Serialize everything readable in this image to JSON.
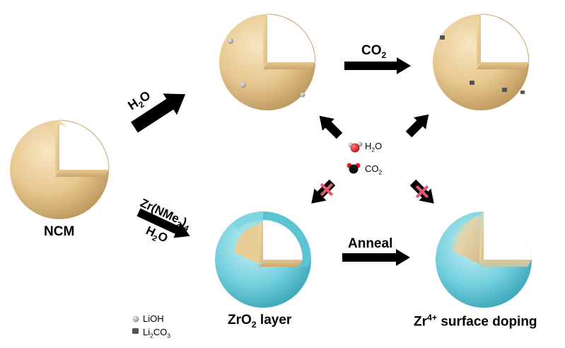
{
  "colors": {
    "sand_light": "#f4ddb0",
    "sand_mid": "#e6c488",
    "sand_dark": "#b28f57",
    "cyan_light": "#c6eef4",
    "cyan_mid": "#6fcedd",
    "cyan_dark": "#2f9fb3",
    "arrow": "#000000",
    "blocked": "#e05a6c",
    "h2o_oxygen": "#e0202a",
    "co2_carbon": "#111111"
  },
  "spheres": [
    {
      "id": "ncm",
      "shell": "sand",
      "cutaway": true,
      "particles": []
    },
    {
      "id": "hydrated",
      "shell": "sand",
      "cutaway": true,
      "particles": [
        "LiOH",
        "LiOH",
        "LiOH"
      ]
    },
    {
      "id": "carbonated",
      "shell": "sand",
      "cutaway": true,
      "particles": [
        "Li2CO3",
        "Li2CO3",
        "Li2CO3"
      ]
    },
    {
      "id": "zro2-coated",
      "shell": "cyan",
      "cutaway": true,
      "particles": []
    },
    {
      "id": "zr-doped",
      "shell": "cyan-gradient",
      "cutaway": true,
      "particles": []
    }
  ],
  "labels": {
    "ncm": "NCM",
    "h2o_main": "H",
    "h2o_main_sub": "2",
    "h2o_main_tail": "O",
    "co2_top": "CO",
    "co2_top_sub": "2",
    "zr_precursor_a": "Zr(NMe",
    "zr_precursor_sub1": "2",
    "zr_precursor_b": ")",
    "zr_precursor_sub2": "4",
    "h2o_lower": "H",
    "h2o_lower_sub": "2",
    "h2o_lower_tail": "O",
    "anneal": "Anneal",
    "zro2_layer_a": "ZrO",
    "zro2_layer_sub": "2",
    "zro2_layer_b": " layer",
    "zr_doping_a": "Zr",
    "zr_doping_sup": "4+",
    "zr_doping_b": " surface doping",
    "mol_h2o": "H",
    "mol_h2o_sub": "2",
    "mol_h2o_tail": "O",
    "mol_co2": "CO",
    "mol_co2_sub": "2"
  },
  "legend": {
    "lioh": "LiOH",
    "li2co3_a": "Li",
    "li2co3_sub": "2",
    "li2co3_b": "CO",
    "li2co3_sub2": "3"
  },
  "arrows": [
    {
      "id": "ncm-to-hydrated",
      "blocked": false
    },
    {
      "id": "hydrated-to-carbonated",
      "blocked": false
    },
    {
      "id": "ncm-to-coated",
      "blocked": false
    },
    {
      "id": "coated-to-doped",
      "blocked": false
    },
    {
      "id": "molecules-to-hydrated",
      "blocked": false
    },
    {
      "id": "molecules-to-carbonated",
      "blocked": false
    },
    {
      "id": "molecules-to-coated",
      "blocked": true
    },
    {
      "id": "molecules-to-doped",
      "blocked": true
    }
  ]
}
